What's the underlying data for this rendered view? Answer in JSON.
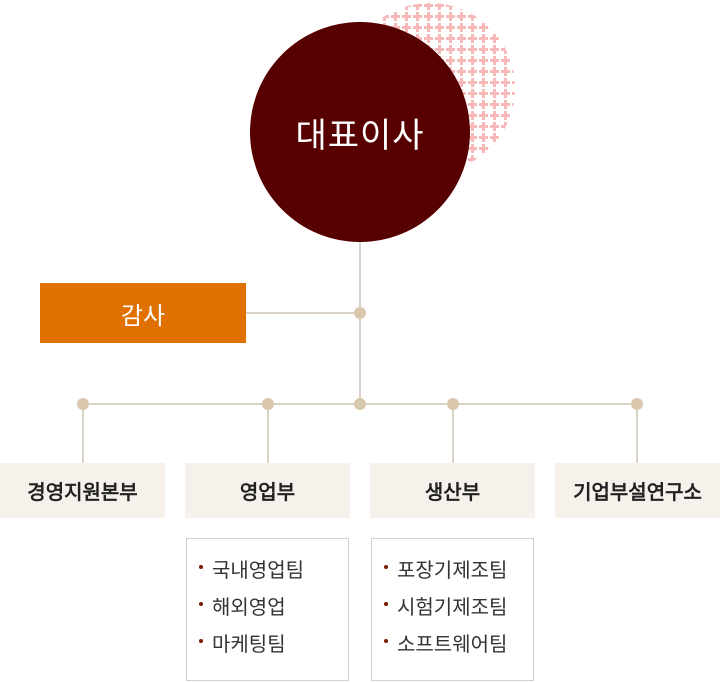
{
  "ceo": {
    "label": "대표이사"
  },
  "audit": {
    "label": "감사"
  },
  "departments": [
    {
      "label": "경영지원본부"
    },
    {
      "label": "영업부",
      "teams": [
        "국내영업팀",
        "해외영업",
        "마케팅팀"
      ]
    },
    {
      "label": "생산부",
      "teams": [
        "포장기제조팀",
        "시험기제조팀",
        "소프트웨어팀"
      ]
    },
    {
      "label": "기업부설연구소"
    }
  ],
  "colors": {
    "ceo": "#560000",
    "audit": "#e07000",
    "dept_bg": "#f6f1ea",
    "connector": "#d9d2c7",
    "node": "#d9c8ae",
    "pattern": "#f7b8b8"
  }
}
